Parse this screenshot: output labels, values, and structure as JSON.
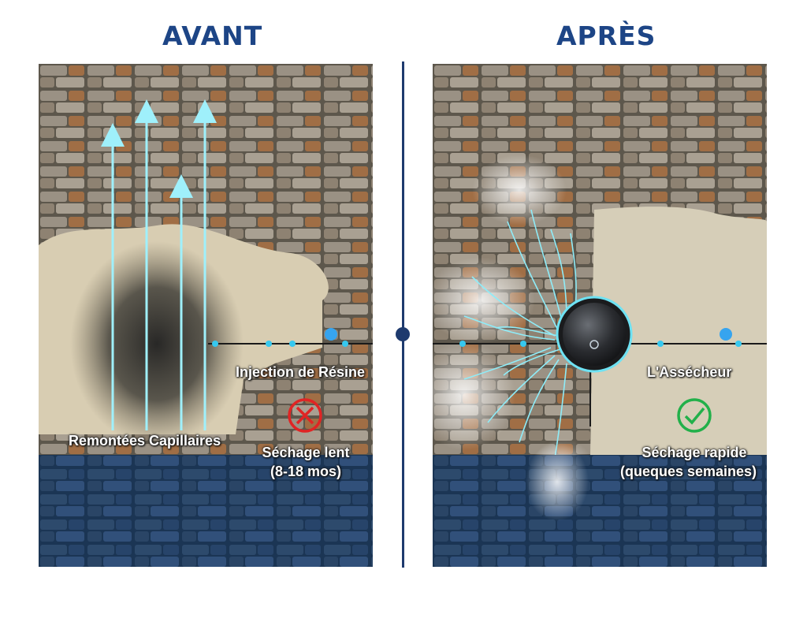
{
  "headings": {
    "left": "AVANT",
    "right": "APRÈS"
  },
  "left_panel": {
    "injection_label": "Injection de Résine",
    "capillary_label": "Remontées Capillaires",
    "drying_label_line1": "Séchage lent",
    "drying_label_line2": "(8-18 mos)",
    "status_icon": "x-circle-icon"
  },
  "right_panel": {
    "device_label": "L'Assécheur",
    "drying_label_line1": "Séchage rapide",
    "drying_label_line2": "(queques semaines)",
    "status_icon": "check-circle-icon"
  },
  "colors": {
    "heading": "#1d4586",
    "divider": "#1e3a6e",
    "flow": "#7fe6f5",
    "bad": "#e02424",
    "good": "#22b04a",
    "water": "#1e3a5c"
  }
}
